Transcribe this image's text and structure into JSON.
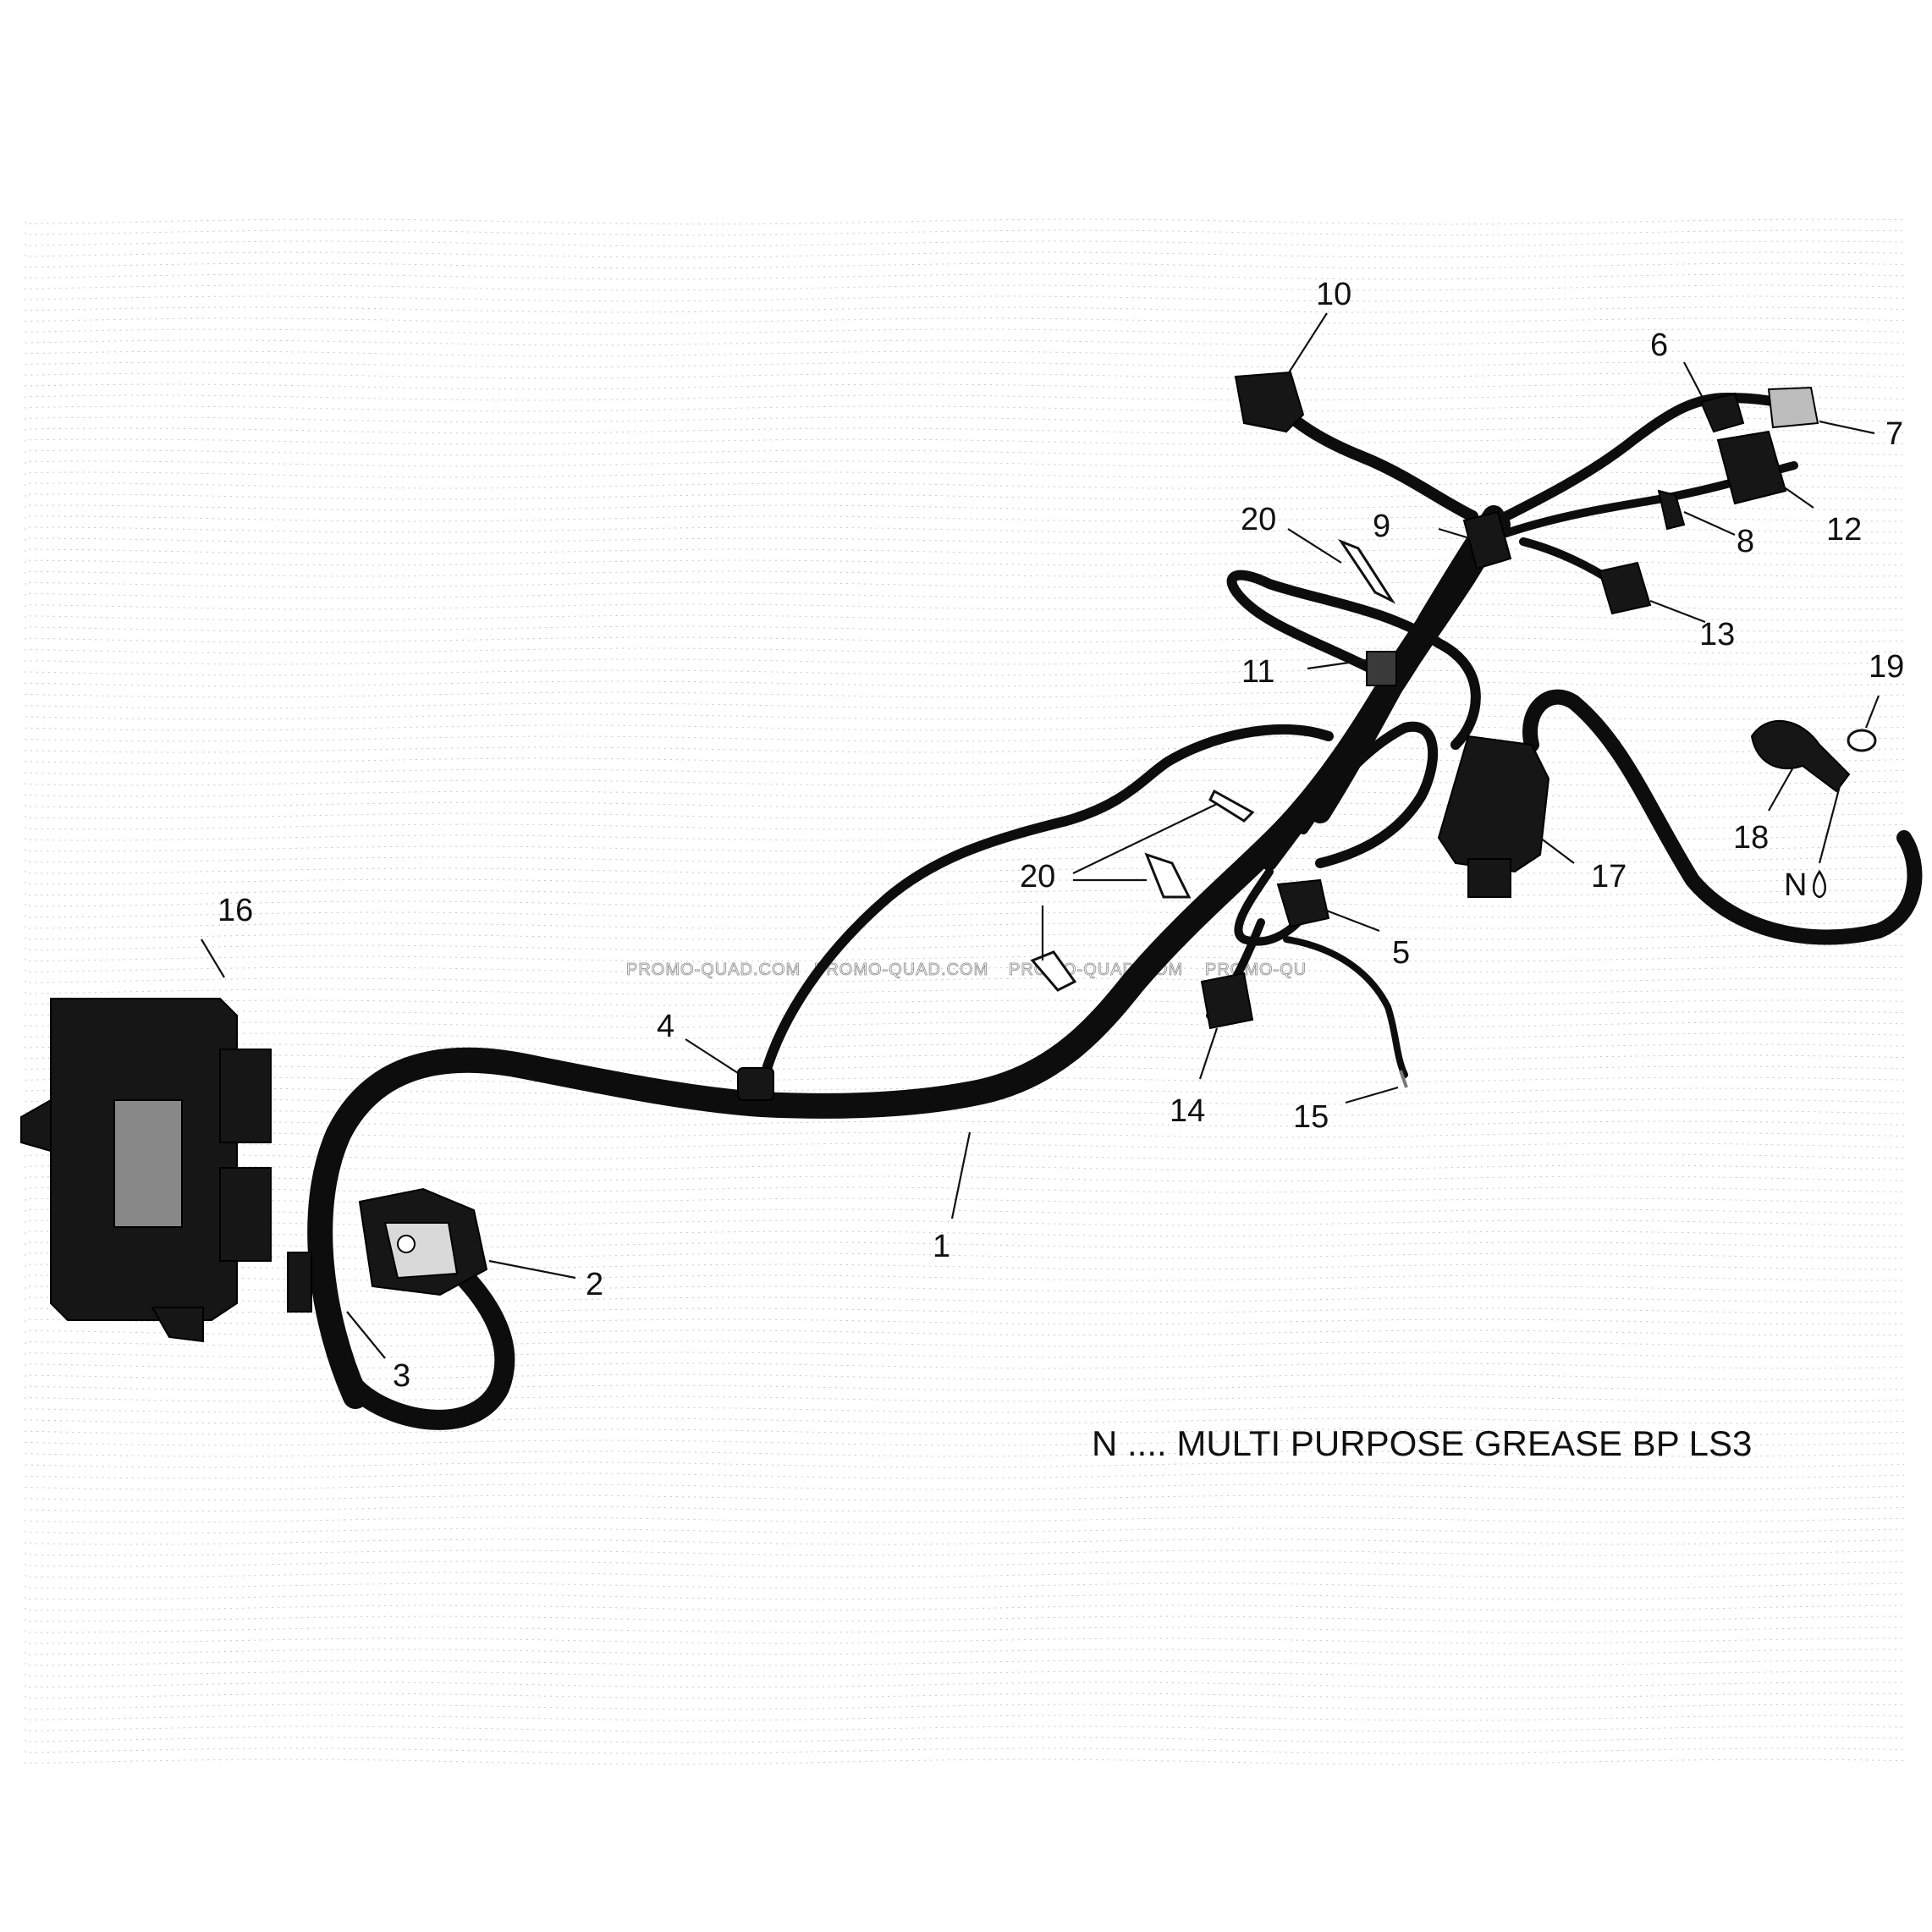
{
  "diagram": {
    "callouts": [
      "1",
      "2",
      "3",
      "4",
      "5",
      "6",
      "7",
      "8",
      "9",
      "10",
      "11",
      "12",
      "13",
      "14",
      "15",
      "16",
      "17",
      "18",
      "19",
      "20",
      "20"
    ],
    "grease_symbol_letter": "N",
    "note": "N .... MULTI PURPOSE GREASE BP LS3",
    "watermarks": [
      "PROMO-QUAD.COM",
      "PROMO-QUAD.COM",
      "PROMO-QUAD.COM",
      "PROMO-QU"
    ]
  }
}
